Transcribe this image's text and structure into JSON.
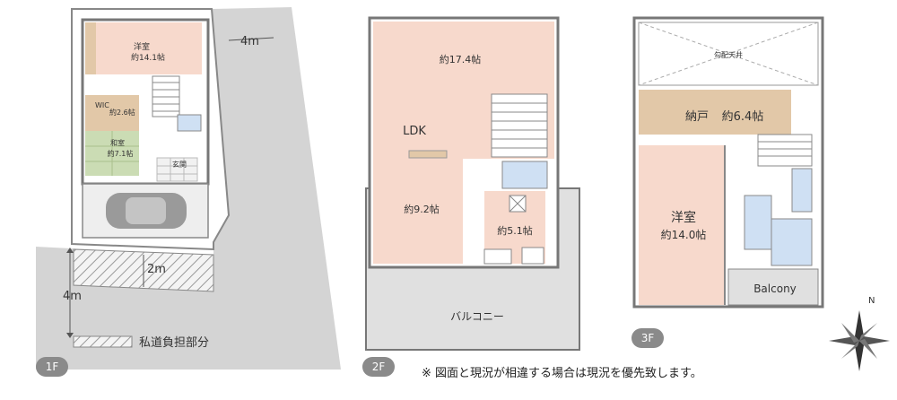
{
  "floor1": {
    "tag": "1F",
    "road_width_right": "4m",
    "road_width_bottom": "4m",
    "private_road_width": "2m",
    "rooms": {
      "western_room_name": "洋室",
      "western_room_size": "約14.1帖",
      "wic_name": "WIC",
      "wic_size": "約2.6帖",
      "japanese_room_name": "和室",
      "japanese_room_size": "約7.1帖",
      "entrance": "玄関"
    },
    "legend_label": "私道負担部分"
  },
  "floor2": {
    "tag": "2F",
    "rooms": {
      "upper_size": "約17.4帖",
      "ldk": "LDK",
      "lower_size": "約9.2帖",
      "kitchen_size": "約5.1帖",
      "balcony": "バルコニー"
    }
  },
  "floor3": {
    "tag": "3F",
    "rooms": {
      "ceiling": "勾配天井",
      "storage_name": "納戸",
      "storage_size": "約6.4帖",
      "western_room_name": "洋室",
      "western_room_size": "約14.0帖",
      "balcony": "Balcony"
    }
  },
  "compass": {
    "north_label": "N"
  },
  "footnote": "※ 図面と現況が相違する場合は現況を優先致します。",
  "colors": {
    "wall": "#888888",
    "room_pink": "#f7d9cc",
    "storage_tan": "#e2c8a8",
    "japanese_green": "#cbdcb4",
    "bath_blue": "#cfe0f3",
    "road_gray": "#d4d4d4",
    "balcony_gray": "#e0e0e0"
  }
}
